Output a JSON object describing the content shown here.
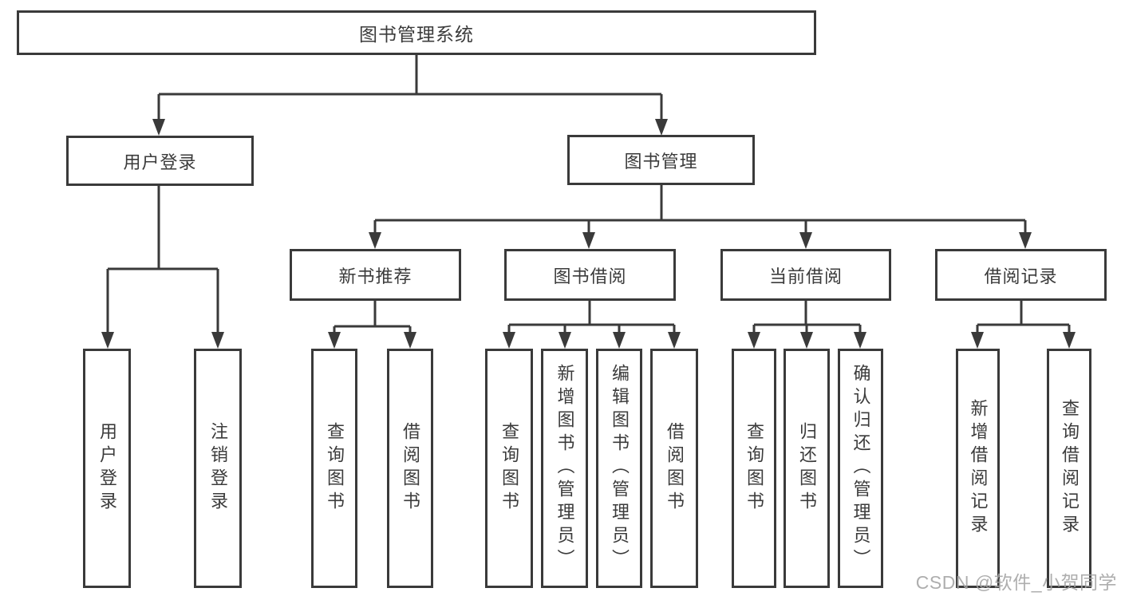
{
  "colors": {
    "line_color": "#3a3a3a",
    "text_color": "#3b3b3b",
    "watermark_color": "#a3a3a3",
    "background": "#ffffff"
  },
  "nodes": {
    "root": "图书管理系统",
    "user_login": "用户登录",
    "book_management": "图书管理",
    "new_book_recommend": "新书推荐",
    "book_borrowing": "图书借阅",
    "current_borrowing": "当前借阅",
    "borrowing_records": "借阅记录",
    "ul_user_login": "用户登录",
    "ul_logout": "注销登录",
    "nb_query_books": "查询图书",
    "nb_borrow_books": "借阅图书",
    "bb_query_books": "查询图书",
    "bb_add_books": "新增图书（管理员）",
    "bb_edit_books": "编辑图书（管理员）",
    "bb_borrow_books": "借阅图书",
    "cb_query_books": "查询图书",
    "cb_return_books": "归还图书",
    "cb_confirm_return": "确认归还（管理员）",
    "br_add_record": "新增借阅记录",
    "br_query_record": "查询借阅记录"
  },
  "watermark": {
    "text": "CSDN @软件_小贺同学"
  }
}
